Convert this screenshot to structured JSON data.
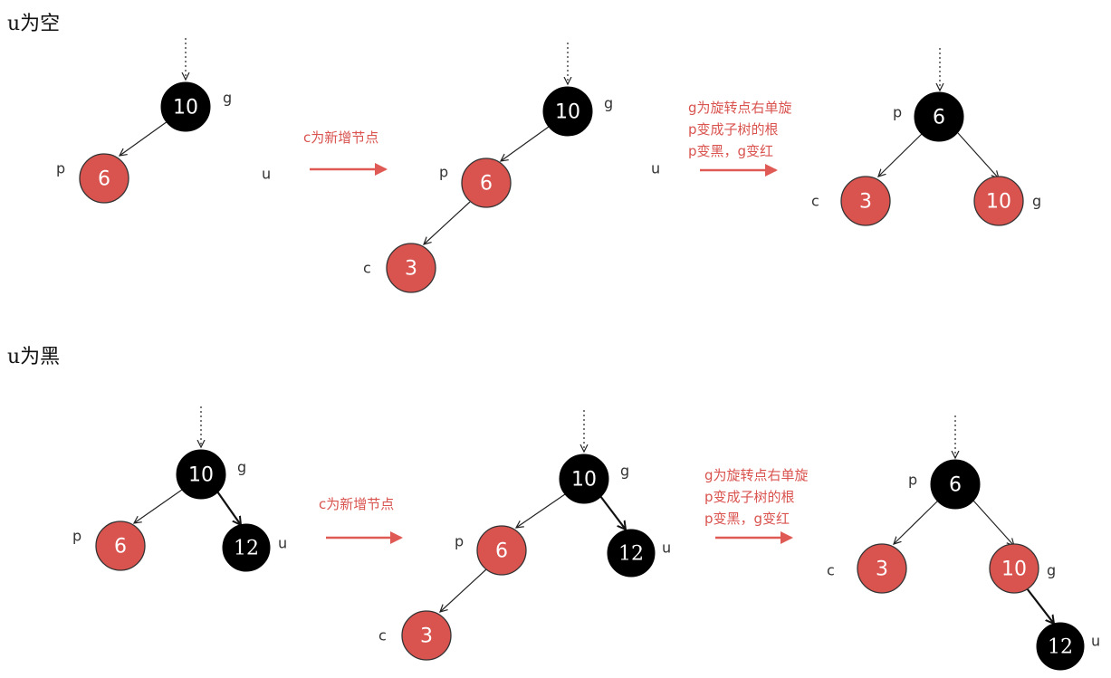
{
  "sections": [
    {
      "title": "u为空",
      "step1": "c为新增节点",
      "step2": [
        "g为旋转点右单旋",
        "p变成子树的根",
        "p变黑，g变红"
      ],
      "u_label": "u"
    },
    {
      "title": "u为黑",
      "step1": "c为新增节点",
      "step2": [
        "g为旋转点右单旋",
        "p变成子树的根",
        "p变黑，g变红"
      ]
    }
  ],
  "nodes": {
    "n10": "10",
    "n6": "6",
    "n3": "3",
    "n12": "12"
  },
  "labels": {
    "g": "g",
    "p": "p",
    "c": "c",
    "u": "u"
  },
  "colors": {
    "red": "#d9534f",
    "black": "#000000",
    "arrow": "#e05a55"
  }
}
